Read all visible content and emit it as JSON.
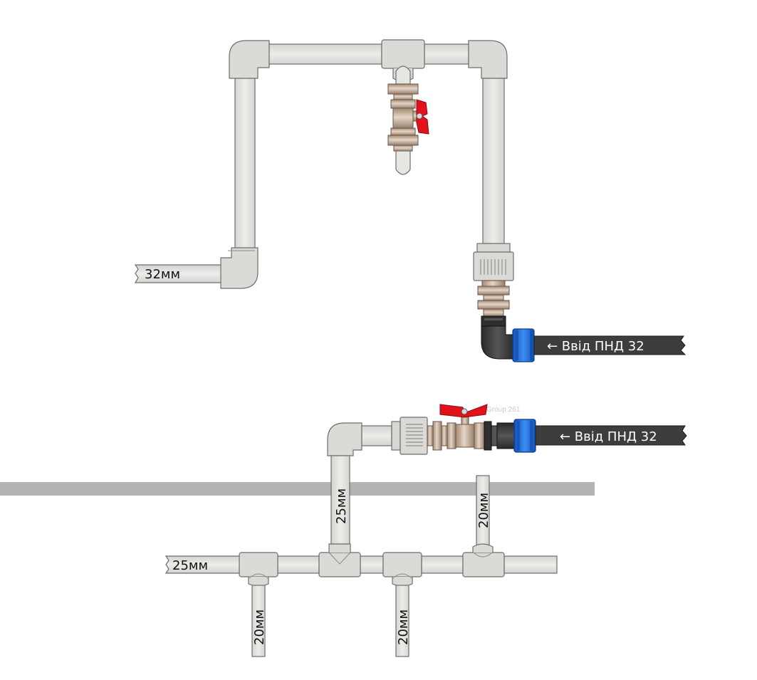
{
  "colors": {
    "pipe_fill": "#e6e6e3",
    "pipe_stroke": "#6e6e6e",
    "fitting_fill": "#d9d9d5",
    "brass": "#b79b84",
    "brass_dark": "#8c7563",
    "valve_handle": "#e1121b",
    "hdpe_pipe": "#3d3d3d",
    "compression_nut": "#1f6fe0",
    "floor_bar": "#b4b4b4"
  },
  "upper_assembly": {
    "pipe_size_label": "32мм",
    "inlet_label": "← Ввід ПНД 32",
    "icons": [
      "elbow-icon",
      "tee-icon",
      "ball-valve-icon",
      "union-icon",
      "compression-fitting-icon"
    ]
  },
  "lower_assembly": {
    "group_label": "Group 261",
    "inlet_label": "← Ввід ПНД 32",
    "riser_label": "25мм",
    "main_label": "25мм",
    "branch_top_label": "20мм",
    "branch_bottom_left_label": "20мм",
    "branch_bottom_mid_label": "20мм"
  }
}
